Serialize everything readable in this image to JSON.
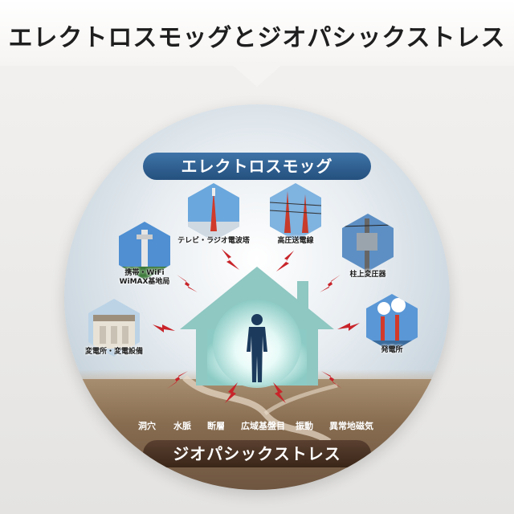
{
  "page": {
    "title": "エレクトロスモッグとジオパシックストレス"
  },
  "diagram": {
    "top_label": "エレクトロスモッグ",
    "bottom_label": "ジオパシックストレス",
    "sources": {
      "tv_tower": "テレビ・ラジオ電波塔",
      "power_line": "高圧送電線",
      "pole_transformer": "柱上変圧器",
      "power_plant": "発電所",
      "substation": "変電所・変電設備",
      "mobile_base_line1": "携帯・WiFi",
      "mobile_base_line2": "WiMAX基地局"
    },
    "geopathic": [
      "洞穴",
      "水脈",
      "断層",
      "広域基盤目",
      "振動",
      "異常地磁気"
    ]
  },
  "colors": {
    "electrosmog_pill": "#2f6394",
    "geopathic_pill": "#4a3222",
    "bolt": "#c8242a",
    "house": "#9fd3cf"
  }
}
